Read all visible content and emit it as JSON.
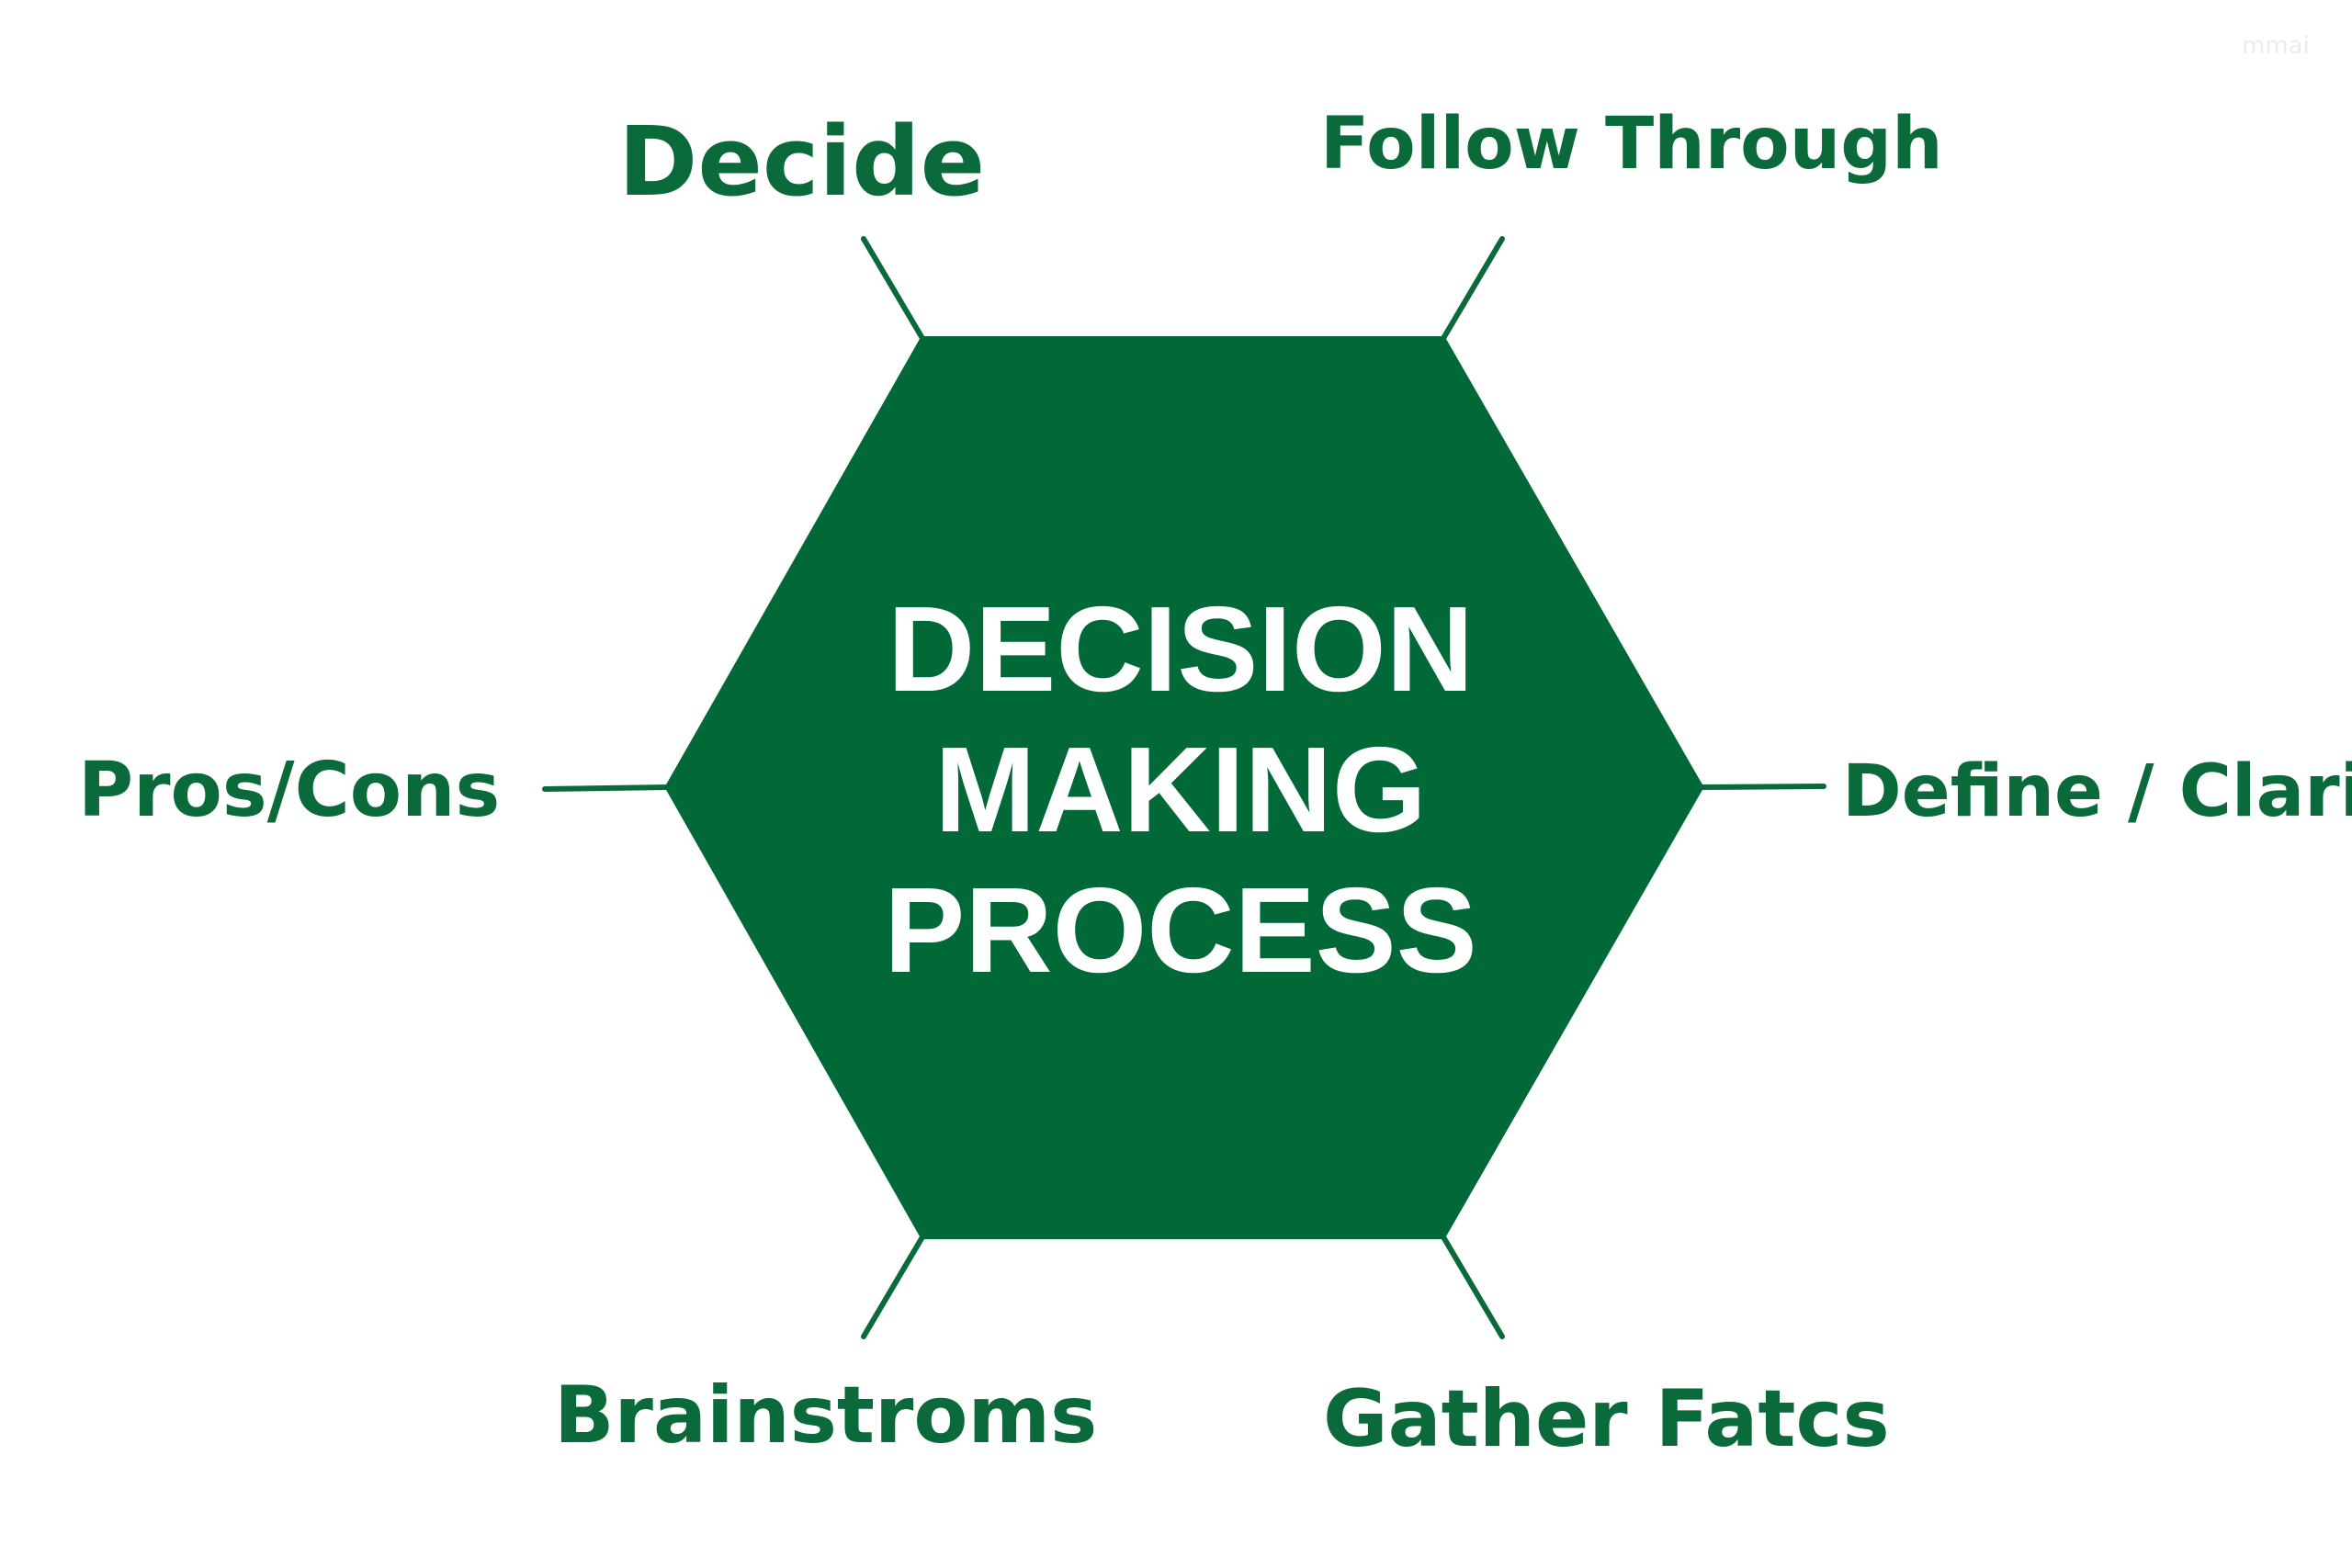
{
  "title_lines": [
    "DECISION",
    "MAKING",
    "PROCESS"
  ],
  "labels": {
    "decide": "Decide",
    "follow_through": "Follow Through",
    "pros_cons": "Pros/Cons",
    "define_clarity": "Define / Clarity",
    "brainstorms": "Brainstroms",
    "gather_facts": "Gather Fatcs"
  },
  "watermark": "mmai",
  "colors": {
    "hexagon": "#016837",
    "label": "#0a6a3a",
    "center_text": "#ffffff",
    "background": "#ffffff"
  }
}
